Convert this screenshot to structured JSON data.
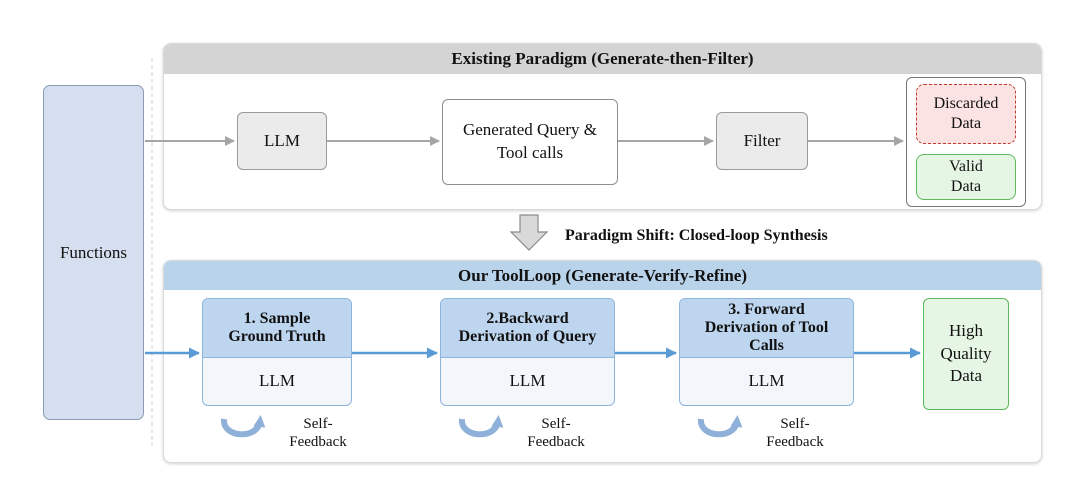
{
  "functions_label": "Functions",
  "existing": {
    "title": "Existing Paradigm (Generate-then-Filter)",
    "llm": "LLM",
    "generated_line1": "Generated Query &",
    "generated_line2": "Tool calls",
    "filter": "Filter",
    "discarded_line1": "Discarded",
    "discarded_line2": "Data",
    "valid_line1": "Valid",
    "valid_line2": "Data"
  },
  "shift_label": "Paradigm Shift: Closed-loop Synthesis",
  "ours": {
    "title": "Our ToolLoop (Generate-Verify-Refine)",
    "steps": [
      {
        "line1": "1. Sample",
        "line2": "Ground Truth",
        "llm": "LLM",
        "fb1": "Self-",
        "fb2": "Feedback"
      },
      {
        "line1": "2.Backward",
        "line2": "Derivation of Query",
        "llm": "LLM",
        "fb1": "Self-",
        "fb2": "Feedback"
      },
      {
        "line1": "3. Forward",
        "line2": "Derivation of Tool",
        "line3": "Calls",
        "llm": "LLM",
        "fb1": "Self-",
        "fb2": "Feedback"
      }
    ],
    "hq_line1": "High",
    "hq_line2": "Quality",
    "hq_line3": "Data"
  },
  "colors": {
    "gray_arrow": "#a6a6a6",
    "blue_arrow": "#5b9bd5",
    "feedback_arrow": "#8fb0d8"
  }
}
